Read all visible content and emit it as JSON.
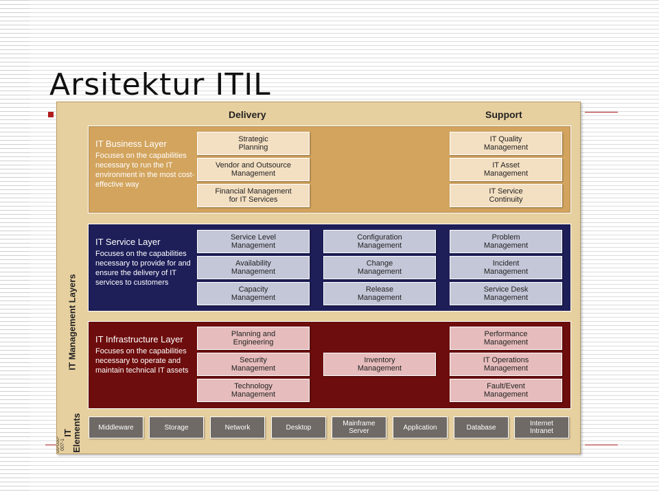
{
  "slide": {
    "title": "Arsitektur ITIL"
  },
  "diagram": {
    "headers": {
      "delivery": "Delivery",
      "support": "Support"
    },
    "side_labels": {
      "management": "IT Management Layers",
      "elements": "IT\nElements"
    },
    "code": "06-050-007-1",
    "layers": {
      "business": {
        "title": "IT Business Layer",
        "description": "Focuses on the capabilities necessary to run the IT environment in the most cost-effective way",
        "delivery": [
          "Strategic\nPlanning",
          "Vendor and Outsource\nManagement",
          "Financial Management\nfor IT Services"
        ],
        "support": [
          "IT Quality\nManagement",
          "IT Asset\nManagement",
          "IT Service\nContinuity"
        ]
      },
      "service": {
        "title": "IT Service Layer",
        "description": "Focuses on the capabilities necessary to provide for and ensure the delivery of IT services to customers",
        "delivery": [
          "Service Level\nManagement",
          "Availability\nManagement",
          "Capacity\nManagement"
        ],
        "middle": [
          "Configuration\nManagement",
          "Change\nManagement",
          "Release\nManagement"
        ],
        "support": [
          "Problem\nManagement",
          "Incident\nManagement",
          "Service Desk\nManagement"
        ]
      },
      "infrastructure": {
        "title": "IT Infrastructure Layer",
        "description": "Focuses on the capabilities necessary to operate and maintain technical IT assets",
        "delivery": [
          "Planning and\nEngineering",
          "Security\nManagement",
          "Technology\nManagement"
        ],
        "middle": [
          "Inventory\nManagement"
        ],
        "support": [
          "Performance\nManagement",
          "IT Operations\nManagement",
          "Fault/Event\nManagement"
        ]
      }
    },
    "elements": [
      "Middleware",
      "Storage",
      "Network",
      "Desktop",
      "Mainframe\nServer",
      "Application",
      "Database",
      "Internet\nIntranet"
    ]
  }
}
